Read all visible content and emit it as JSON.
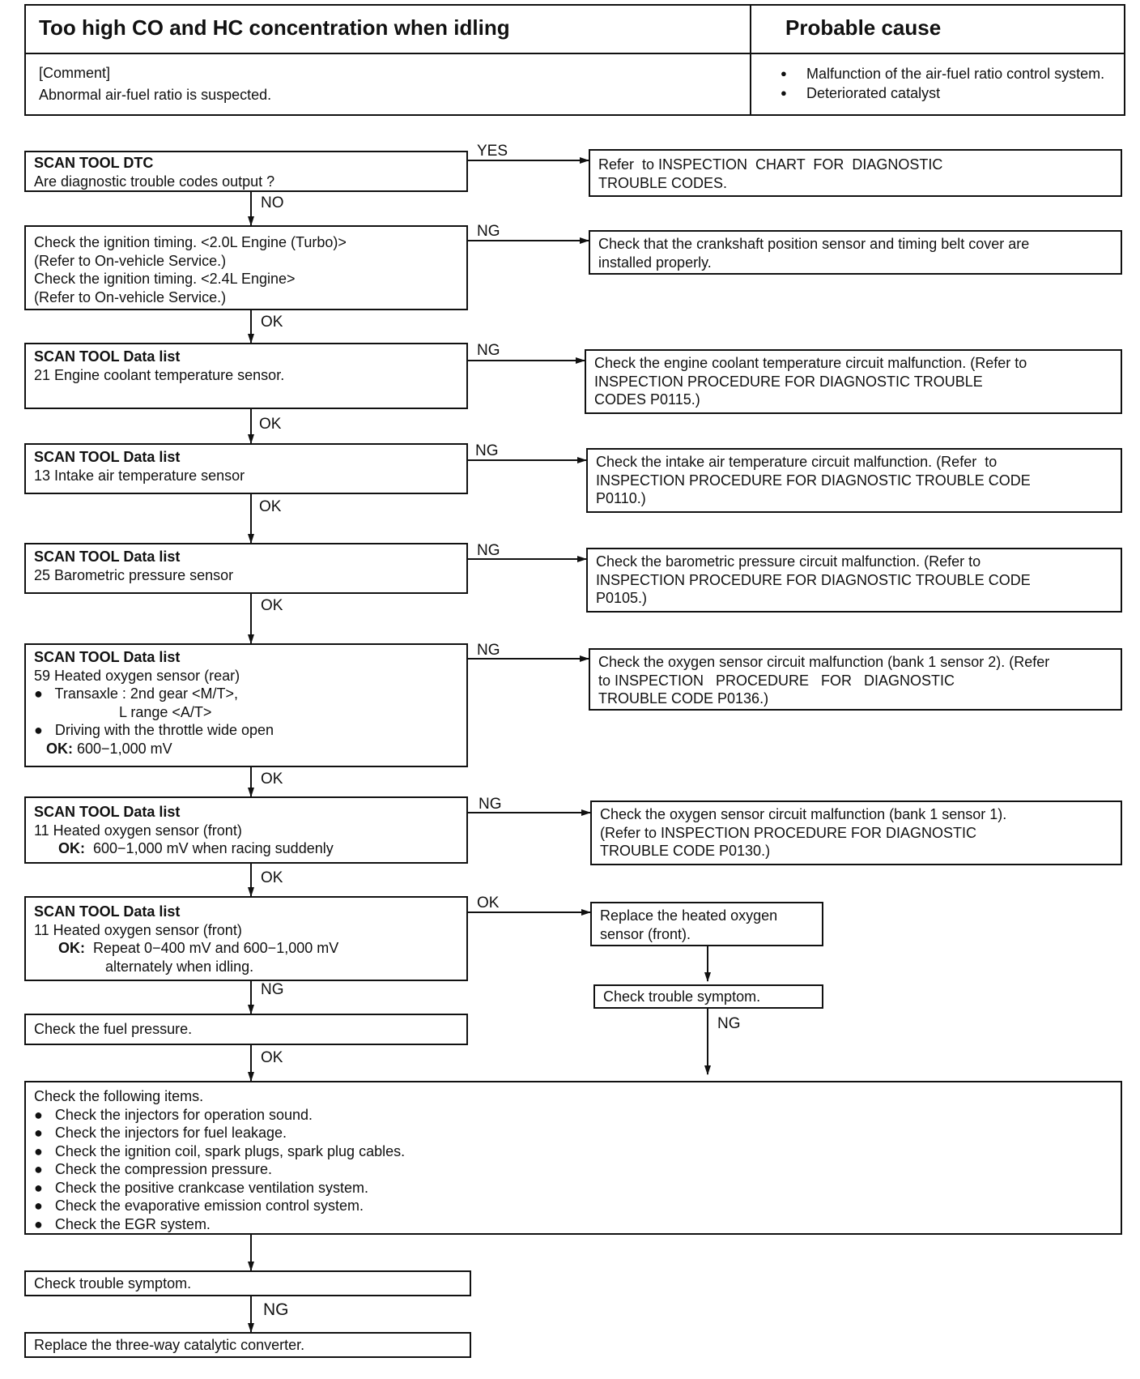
{
  "header": {
    "title": "Too high CO and HC concentration when idling",
    "cause_title": "Probable cause",
    "comment_label": "[Comment]",
    "comment_text": "Abnormal air-fuel ratio is suspected.",
    "causes": [
      "Malfunction of the air-fuel ratio control system.",
      "Deteriorated catalyst"
    ]
  },
  "steps": {
    "dtc": {
      "title": "SCAN TOOL DTC",
      "lines": [
        "Are diagnostic trouble codes output ?"
      ]
    },
    "ignition": {
      "lines": [
        "Check the ignition timing. <2.0L Engine (Turbo)>",
        "(Refer to On-vehicle Service.)",
        "Check the ignition timing. <2.4L Engine>",
        "(Refer to On-vehicle Service.)"
      ]
    },
    "coolant": {
      "title": "SCAN TOOL Data list",
      "lines": [
        "21 Engine coolant temperature sensor."
      ]
    },
    "intake": {
      "title": "SCAN TOOL Data list",
      "lines": [
        "13 Intake air temperature sensor"
      ]
    },
    "baro": {
      "title": "SCAN TOOL Data list",
      "lines": [
        "25 Barometric pressure sensor"
      ]
    },
    "o2rear": {
      "title": "SCAN TOOL Data list",
      "lines": [
        "59 Heated oxygen sensor (rear)",
        "●   Transaxle : 2nd gear <M/T>,",
        "                     L range <A/T>",
        "●   Driving with the throttle wide open"
      ],
      "ok_label": "OK:",
      "ok_text": " 600−1,000 mV"
    },
    "o2front1": {
      "title": "SCAN TOOL Data list",
      "lines": [
        "11 Heated oxygen sensor (front)"
      ],
      "ok_label": "OK:",
      "ok_text": "  600−1,000 mV when racing suddenly"
    },
    "o2front2": {
      "title": "SCAN TOOL Data list",
      "lines": [
        "11 Heated oxygen sensor (front)"
      ],
      "ok_label": "OK:",
      "ok_text": "  Repeat 0−400 mV and 600−1,000 mV",
      "ok_cont": "alternately when idling."
    },
    "fuel": {
      "lines": [
        "Check the fuel pressure."
      ]
    },
    "items": {
      "lines": [
        "Check the following items.",
        "●   Check the injectors for operation sound.",
        "●   Check the injectors for fuel leakage.",
        "●   Check the ignition coil, spark plugs, spark plug cables.",
        "●   Check the compression pressure.",
        "●   Check the positive crankcase ventilation system.",
        "●   Check the evaporative emission control system.",
        "●   Check the EGR system."
      ]
    },
    "symptom1": {
      "lines": [
        "Check trouble symptom."
      ]
    },
    "catalyst": {
      "lines": [
        "Replace the three-way catalytic converter."
      ]
    }
  },
  "results": {
    "dtc": {
      "lines": [
        "Refer  to INSPECTION  CHART  FOR  DIAGNOSTIC",
        "TROUBLE CODES."
      ]
    },
    "ignition": {
      "lines": [
        "Check that the crankshaft position sensor and timing belt cover are",
        "installed properly."
      ]
    },
    "coolant": {
      "lines": [
        "Check the engine coolant temperature circuit malfunction. (Refer to",
        "INSPECTION PROCEDURE FOR DIAGNOSTIC TROUBLE",
        "CODES P0115.)"
      ]
    },
    "intake": {
      "lines": [
        "Check the intake air temperature circuit malfunction. (Refer  to",
        "INSPECTION PROCEDURE FOR DIAGNOSTIC TROUBLE CODE",
        "P0110.)"
      ]
    },
    "baro": {
      "lines": [
        "Check the barometric pressure circuit malfunction. (Refer to",
        "INSPECTION PROCEDURE FOR DIAGNOSTIC TROUBLE CODE",
        "P0105.)"
      ]
    },
    "o2rear": {
      "lines": [
        "Check the oxygen sensor circuit malfunction (bank 1 sensor 2). (Refer",
        "to INSPECTION   PROCEDURE   FOR   DIAGNOSTIC",
        "TROUBLE CODE P0136.)"
      ]
    },
    "o2front": {
      "lines": [
        "Check the oxygen sensor circuit malfunction (bank 1 sensor 1).",
        "(Refer to INSPECTION PROCEDURE FOR DIAGNOSTIC",
        "TROUBLE CODE P0130.)"
      ]
    },
    "replace": {
      "lines": [
        "Replace the heated oxygen",
        "sensor (front)."
      ]
    },
    "symptom2": {
      "lines": [
        "Check trouble symptom."
      ]
    }
  },
  "labels": {
    "yes": "YES",
    "no": "NO",
    "ng": "NG",
    "ok": "OK"
  }
}
